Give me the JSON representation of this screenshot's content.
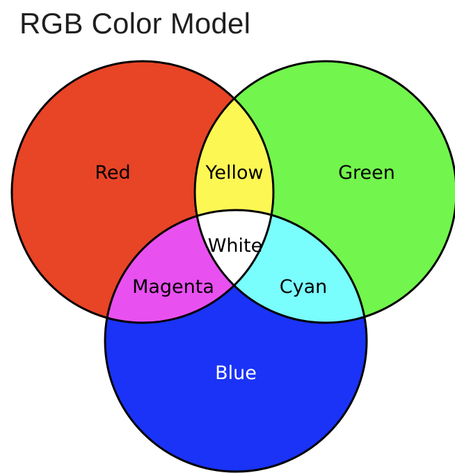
{
  "title": "RGB Color Model",
  "circles": {
    "red": {
      "label": "Red",
      "color": "#e84426"
    },
    "green": {
      "label": "Green",
      "color": "#72f54c"
    },
    "blue": {
      "label": "Blue",
      "color": "#1a33f7"
    }
  },
  "overlaps": {
    "yellow": {
      "label": "Yellow",
      "color": "#fdf754"
    },
    "magenta": {
      "label": "Magenta",
      "color": "#e950f0"
    },
    "cyan": {
      "label": "Cyan",
      "color": "#7afdfd"
    },
    "white": {
      "label": "White",
      "color": "#ffffff"
    }
  },
  "outline_color": "#000000",
  "label_colors": {
    "dark": "#000000",
    "light": "#ffffff"
  }
}
